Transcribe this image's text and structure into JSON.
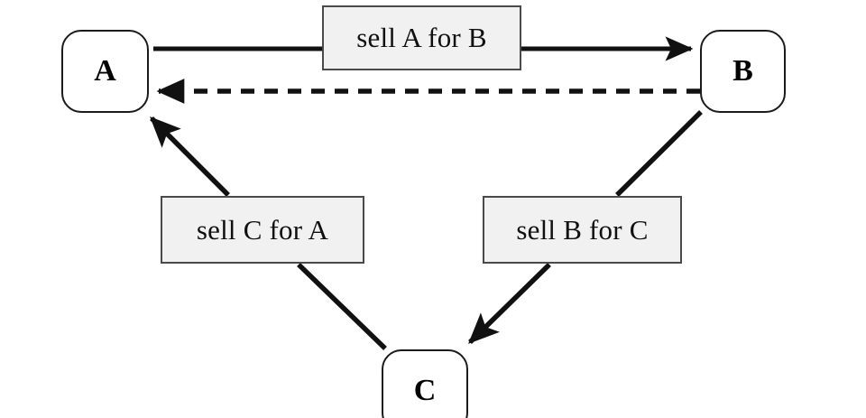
{
  "diagram": {
    "title": "triangular-arbitrage-cycle",
    "background_color": "#ffffff",
    "stroke_color": "#111111",
    "label_fill_color": "#f1f1f1",
    "label_border_color": "#4a4a4a",
    "node_border_color": "#1b1b1b"
  },
  "nodes": [
    {
      "id": "A",
      "label": "A"
    },
    {
      "id": "B",
      "label": "B"
    },
    {
      "id": "C",
      "label": "C"
    }
  ],
  "edges": [
    {
      "id": "a-to-b",
      "from": "A",
      "to": "B",
      "label": "sell A for B",
      "style": "solid",
      "arrow": "end"
    },
    {
      "id": "b-to-a",
      "from": "B",
      "to": "A",
      "label": "",
      "style": "dashed",
      "arrow": "end"
    },
    {
      "id": "b-to-c",
      "from": "B",
      "to": "C",
      "label": "sell B for C",
      "style": "solid",
      "arrow": "end"
    },
    {
      "id": "c-to-a",
      "from": "C",
      "to": "A",
      "label": "sell C for A",
      "style": "solid",
      "arrow": "end"
    }
  ]
}
